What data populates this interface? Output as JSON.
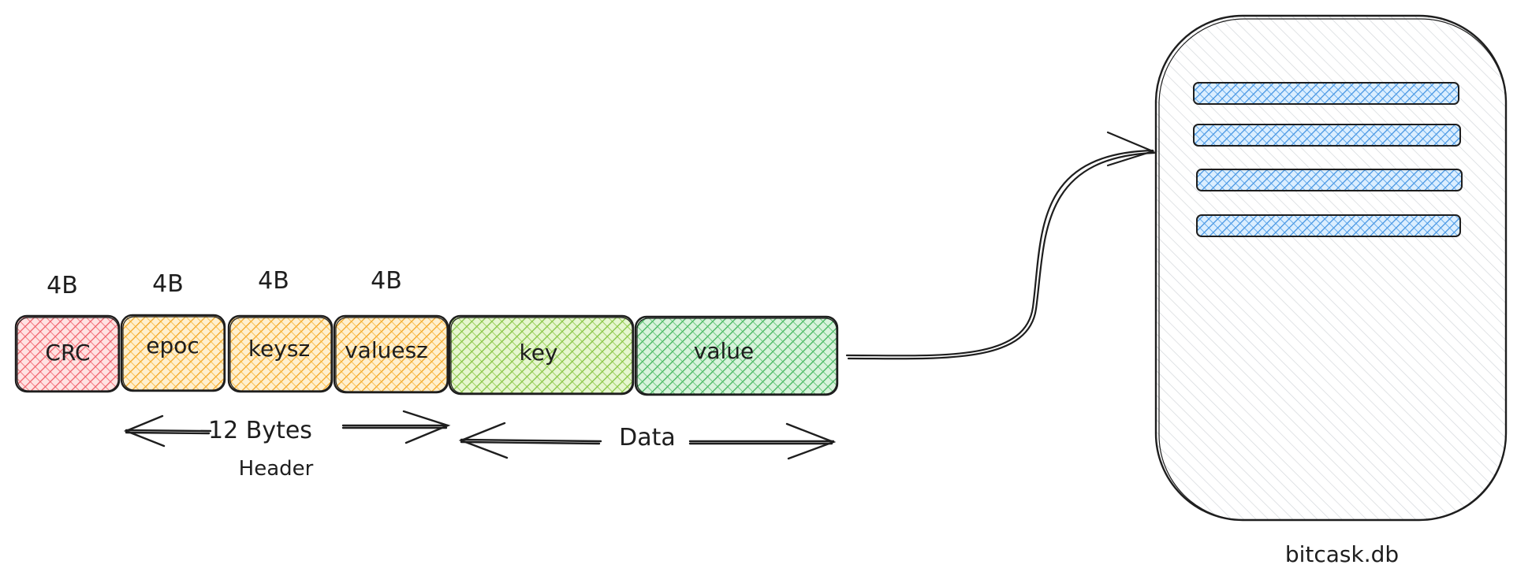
{
  "diagram": {
    "record": {
      "fields": [
        {
          "label": "CRC",
          "size": "4B",
          "color": "#f0616a"
        },
        {
          "label": "epoc",
          "size": "4B",
          "color": "#f5b335"
        },
        {
          "label": "keysz",
          "size": "4B",
          "color": "#f5b335"
        },
        {
          "label": "valuesz",
          "size": "4B",
          "color": "#f5b335"
        },
        {
          "label": "key",
          "size": "",
          "color": "#8cc63f"
        },
        {
          "label": "value",
          "size": "",
          "color": "#55c06b"
        }
      ]
    },
    "header_span": {
      "label": "12 Bytes",
      "sublabel": "Header"
    },
    "data_span": {
      "label": "Data"
    },
    "database": {
      "label": "bitcask.db",
      "body_color": "#d4d7db",
      "row_color": "#4a9ce8",
      "row_count": 4
    }
  }
}
